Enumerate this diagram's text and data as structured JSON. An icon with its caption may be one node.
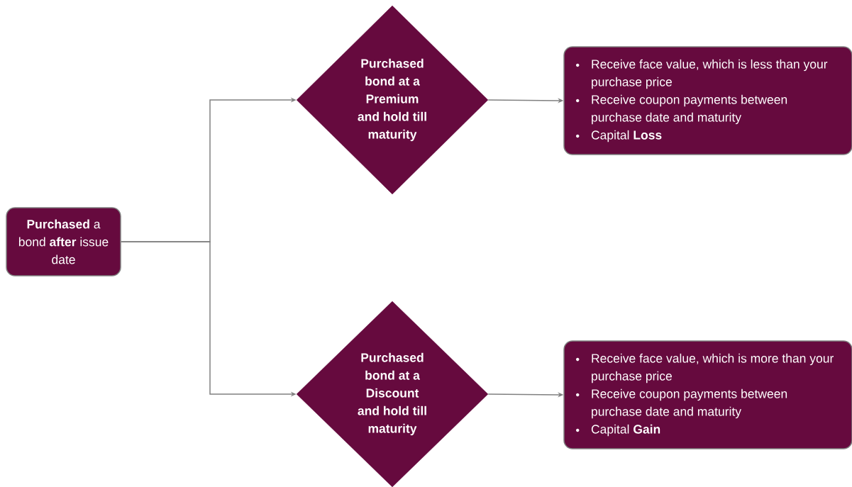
{
  "diagram": {
    "nodes": [
      {
        "text": [
          "**Purchased** a bond **after** issue date"
        ]
      },
      {
        "text": [
          "Purchased bond at a Premium and hold till maturity"
        ]
      },
      {
        "text": [
          "Receive face value, which is less than your purchase price",
          "Receive coupon payments between purchase date and maturity",
          "Capital **Loss**"
        ]
      },
      {
        "text": [
          "Purchased bond at a Discount and hold till maturity"
        ]
      },
      {
        "text": [
          "Receive face value, which is more than your purchase price",
          "Receive coupon payments between purchase date and maturity",
          "Capital **Gain**"
        ]
      }
    ],
    "edges": [
      {
        "from": 0,
        "to": 1,
        "arrow": "to"
      },
      {
        "from": 0,
        "to": 3,
        "arrow": "to"
      },
      {
        "from": 1,
        "to": 2,
        "arrow": "to"
      },
      {
        "from": 3,
        "to": 4,
        "arrow": "to"
      }
    ]
  }
}
